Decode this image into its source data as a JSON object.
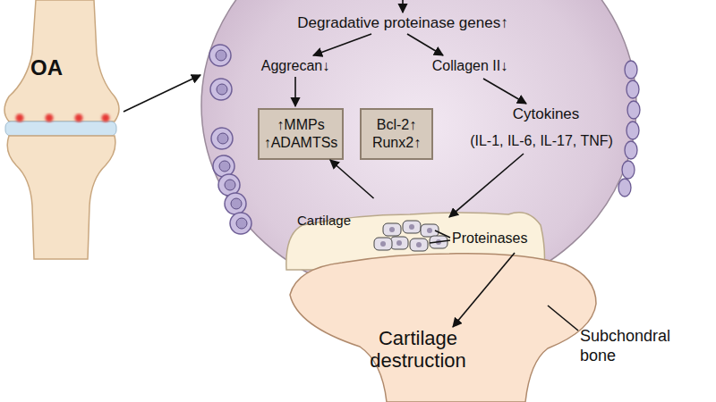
{
  "diagram": {
    "nodes": [
      {
        "text": [
          "↑MMPs ↑ADAMTSs"
        ]
      },
      {
        "text": [
          "Bcl-2↑ Runx2↑"
        ]
      },
      {
        "text": [
          "Cartilage"
        ]
      },
      {
        "text": [
          "Cartilage destruction"
        ]
      }
    ],
    "edges": [
      {
        "from": 2,
        "to": 0,
        "arrow": "to"
      }
    ],
    "labels": [
      "OA",
      "Degradative proteinase genes↑",
      "Aggrecan↓",
      "Collagen II↓",
      "Cytokines",
      "(IL-1, IL-6, IL-17, TNF)",
      "Proteinases",
      "Subchondral bone"
    ]
  }
}
